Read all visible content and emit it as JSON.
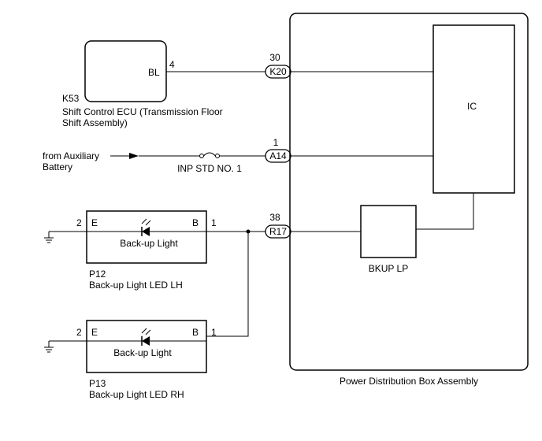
{
  "ecu": {
    "pin_label": "BL",
    "pin_number": "4",
    "code": "K53",
    "name_line1": "Shift Control ECU (Transmission Floor",
    "name_line2": "Shift Assembly)"
  },
  "pdb": {
    "name": "Power Distribution Box Assembly",
    "ic_label": "IC",
    "bkup_label": "BKUP LP",
    "conn_k20": {
      "pin": "30",
      "label": "K20"
    },
    "conn_a14": {
      "pin": "1",
      "label": "A14"
    },
    "conn_r17": {
      "pin": "38",
      "label": "R17"
    }
  },
  "battery": {
    "line1": "from Auxiliary",
    "line2": "Battery",
    "fuse_label": "INP STD NO. 1"
  },
  "lamp_lh": {
    "code": "P12",
    "name": "Back-up Light LED LH",
    "inner_label": "Back-up Light",
    "pin_e": "E",
    "pin_b": "B",
    "num_e": "2",
    "num_b": "1"
  },
  "lamp_rh": {
    "code": "P13",
    "name": "Back-up Light LED RH",
    "inner_label": "Back-up Light",
    "pin_e": "E",
    "pin_b": "B",
    "num_e": "2",
    "num_b": "1"
  }
}
